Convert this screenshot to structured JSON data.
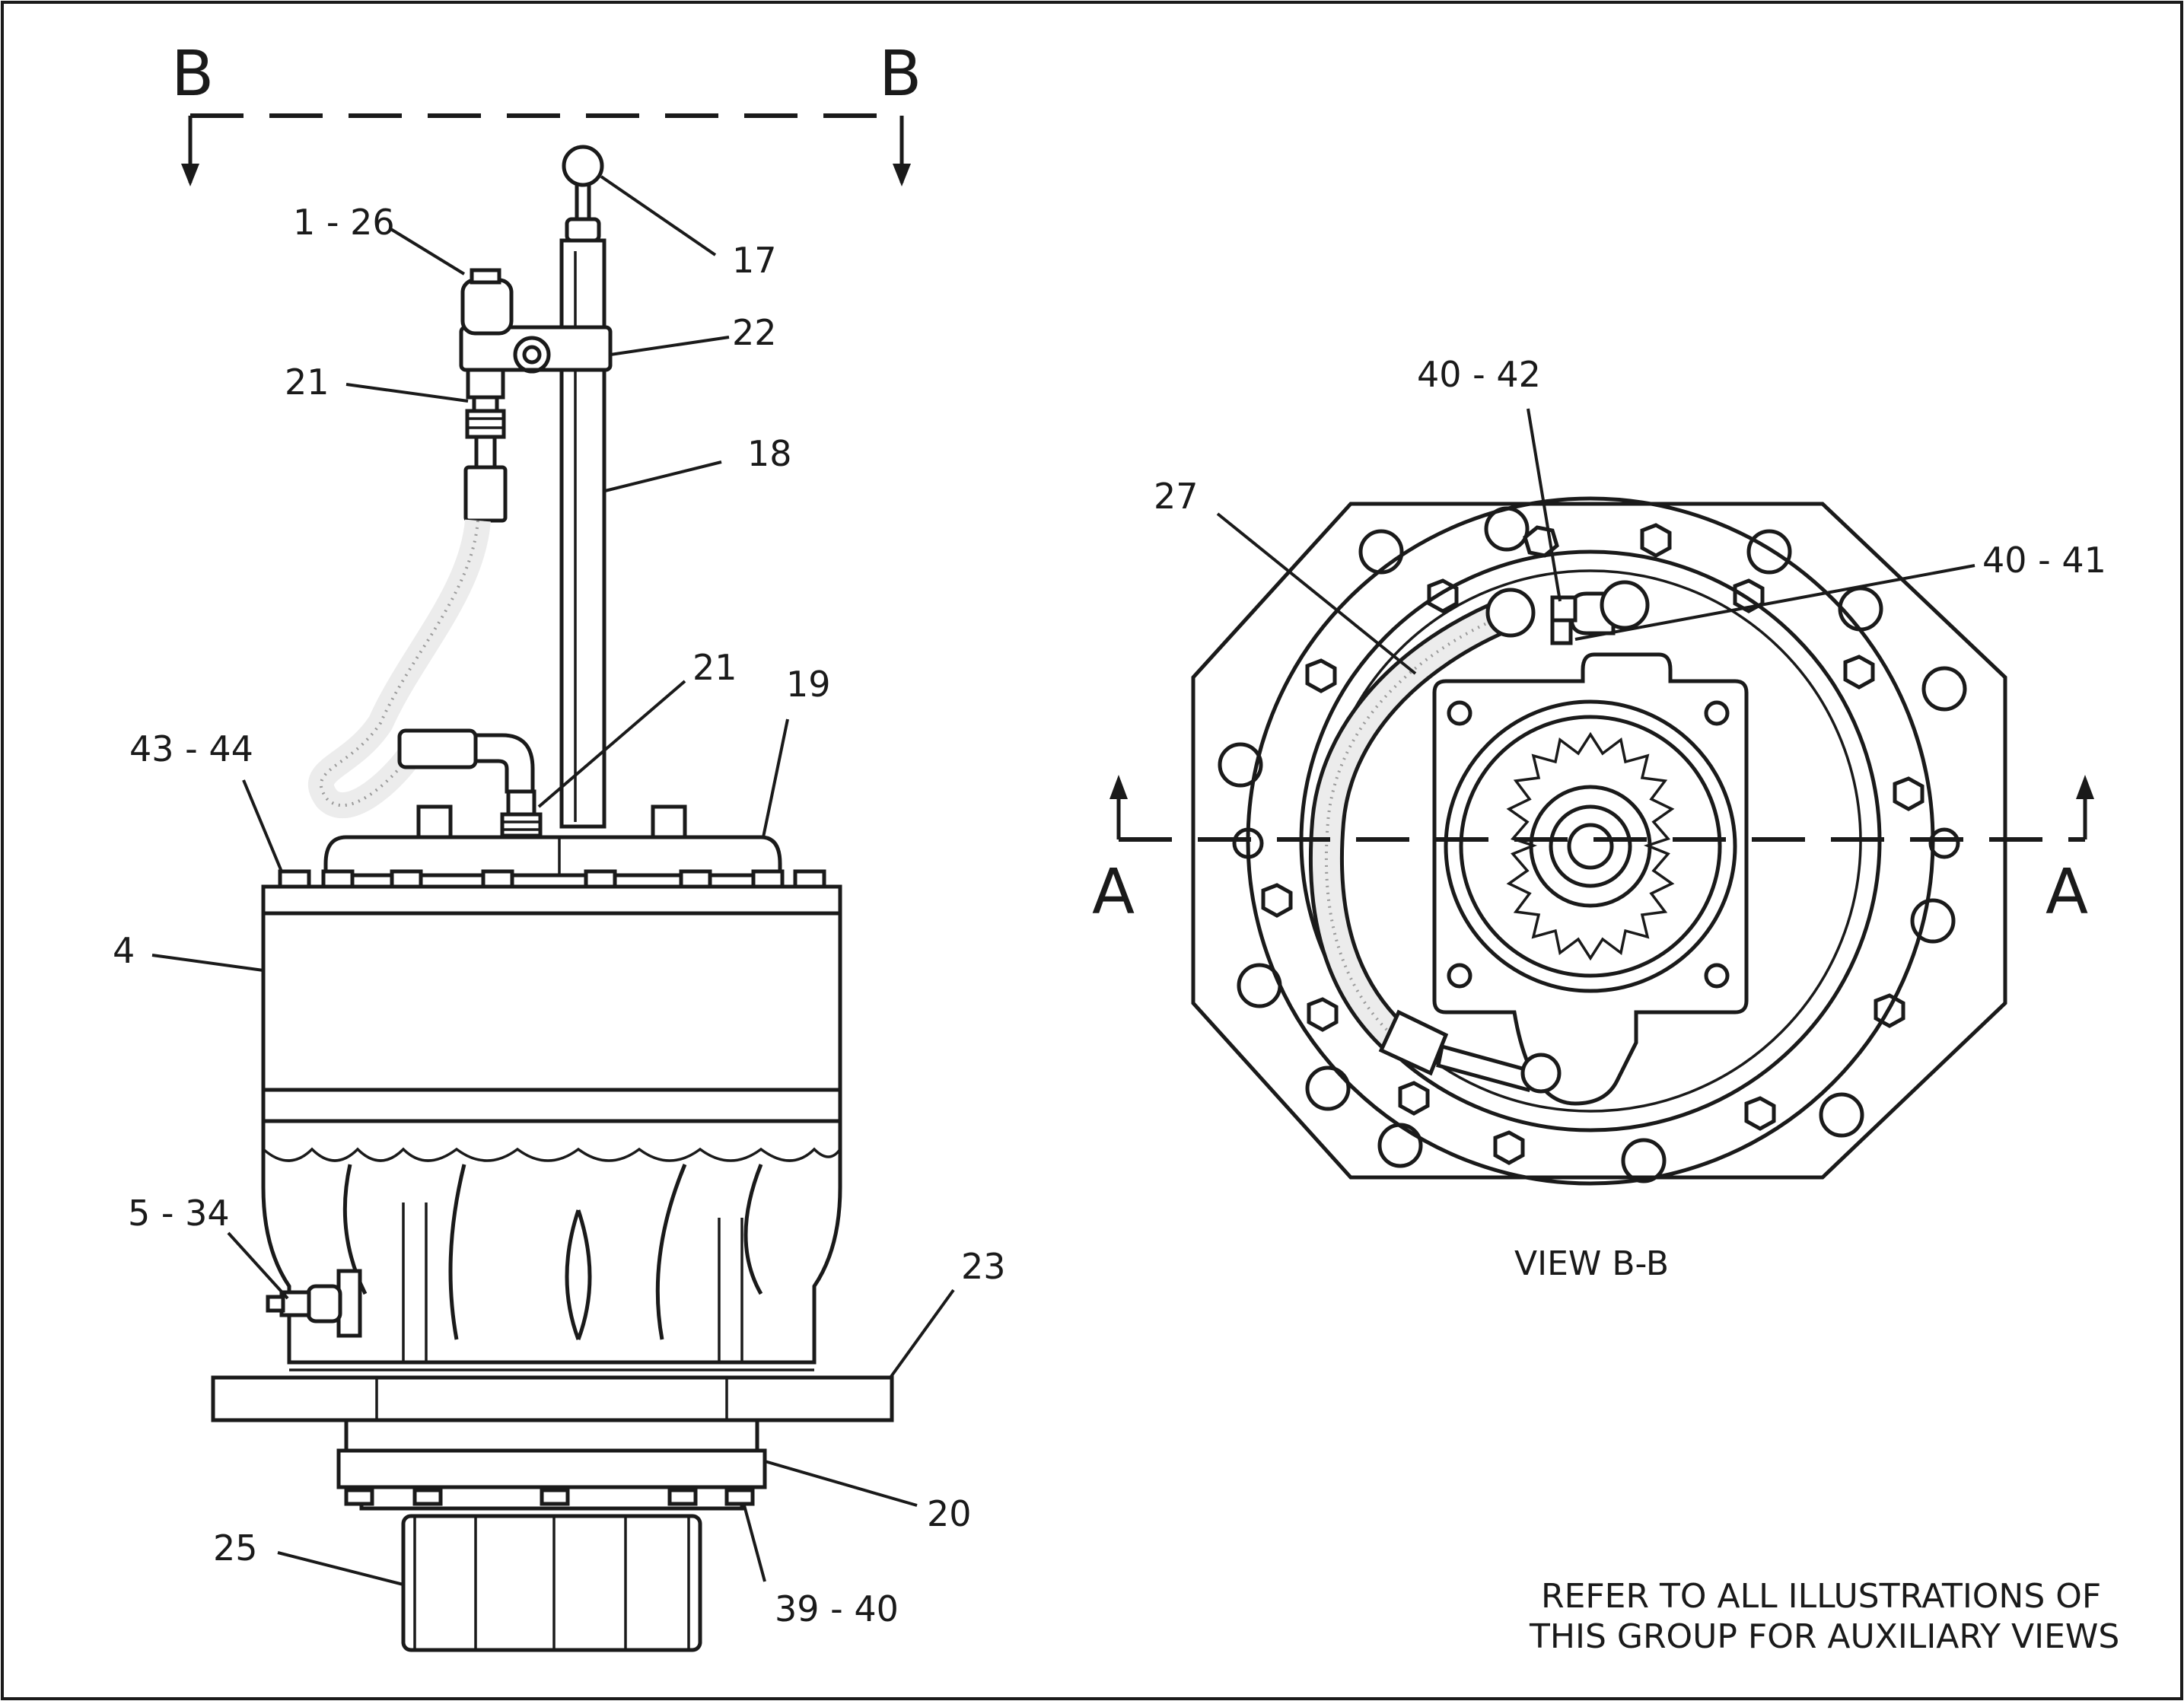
{
  "section_markers": {
    "b_left": "B",
    "b_right": "B",
    "a_left": "A",
    "a_right": "A"
  },
  "callouts": {
    "c_1_26": "1 - 26",
    "c_17": "17",
    "c_22": "22",
    "c_21_top": "21",
    "c_18": "18",
    "c_21_mid": "21",
    "c_19": "19",
    "c_43_44": "43 - 44",
    "c_4": "4",
    "c_5_34": "5 - 34",
    "c_23": "23",
    "c_20": "20",
    "c_25": "25",
    "c_39_40": "39 - 40",
    "c_40_42": "40 - 42",
    "c_27": "27",
    "c_40_41": "40 - 41"
  },
  "view_label": "VIEW B-B",
  "note": {
    "line1": "REFER TO ALL ILLUSTRATIONS OF",
    "line2": "THIS GROUP FOR AUXILIARY VIEWS"
  }
}
